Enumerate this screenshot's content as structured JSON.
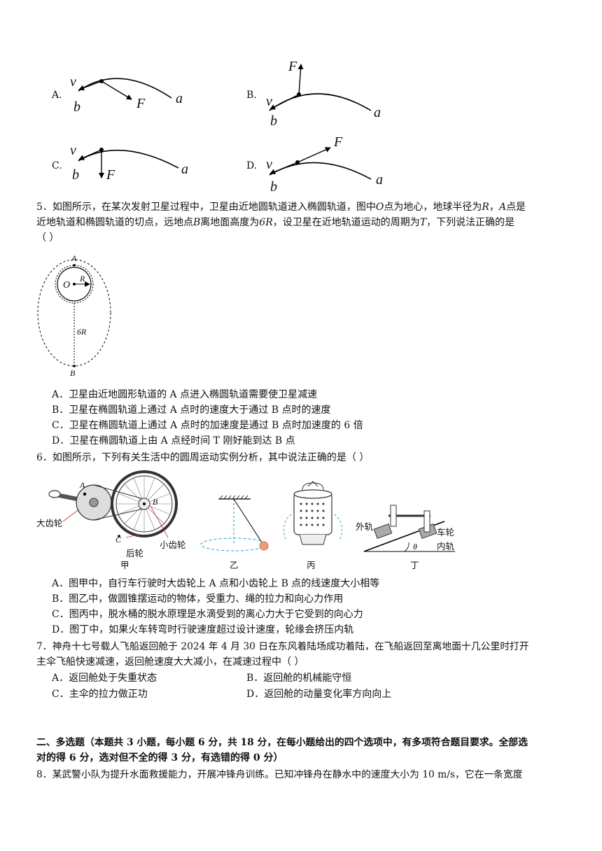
{
  "q4_options": {
    "A": {
      "label": "A.",
      "v": "v",
      "b": "b",
      "F": "F",
      "a": "a"
    },
    "B": {
      "label": "B.",
      "v": "v",
      "b": "b",
      "F": "F",
      "a": "a"
    },
    "C": {
      "label": "C.",
      "v": "v",
      "b": "b",
      "F": "F",
      "a": "a"
    },
    "D": {
      "label": "D.",
      "v": "v",
      "b": "b",
      "F": "F",
      "a": "a"
    }
  },
  "q5": {
    "line1_a": "5．如图所示，在某次发射卫星过程中，卫星由近地圆轨道进入椭圆轨道，图中",
    "line1_O": "O",
    "line1_b": "点为地心，地球半径为",
    "line1_R": "R",
    "line1_c": "，",
    "line1_A": "A",
    "line1_d": "点是",
    "line2_a": "近地轨道和椭圆轨道的切点，远地点",
    "line2_B": "B",
    "line2_b": "离地面高度为",
    "line2_6R": "6R",
    "line2_c": "，设卫星在近地轨道运动的周期为",
    "line2_T": "T",
    "line2_d": "，下列说法正确的是",
    "line3": "（  ）",
    "fig": {
      "A": "A",
      "O": "O",
      "R": "R",
      "six_r": "6R",
      "B": "B"
    },
    "optA": "A．卫星由近地圆形轨道的 A 点进入椭圆轨道需要使卫星减速",
    "optB": "B．卫星在椭圆轨道上通过 A 点时的速度大于通过 B 点时的速度",
    "optC": "C．卫星在椭圆轨道上通过 A 点时的加速度是通过 B 点时加速度的 6 倍",
    "optD": "D．卫星在椭圆轨道上由 A 点经时间 T 刚好能到达 B 点"
  },
  "q6": {
    "stem": "6．如图所示，下列有关生活中的圆周运动实例分析，其中说法正确的是（        ）",
    "fig": {
      "A": "A",
      "B": "B",
      "C": "C",
      "big_gear": "大齿轮",
      "rear_wheel": "后轮",
      "small_gear": "小齿轮",
      "jia": "甲",
      "yi": "乙",
      "bing": "丙",
      "outer_rail": "外轨",
      "wheel": "车轮",
      "inner_rail": "内轨",
      "theta": "θ",
      "ding": "丁"
    },
    "optA": "A．图甲中，自行车行驶时大齿轮上 A 点和小齿轮上 B 点的线速度大小相等",
    "optB": "B．图乙中，做圆锥摆运动的物体，受重力、绳的拉力和向心力作用",
    "optC": "C．图丙中，脱水桶的脱水原理是水滴受到的离心力大于它受到的向心力",
    "optD": "D．图丁中，如果火车转弯时行驶速度超过设计速度，轮缘会挤压内轨"
  },
  "q7": {
    "line1": "7．神舟十七号载人飞船返回舱于 2024 年 4 月 30 日在东风着陆场成功着陆，在飞船返回至离地面十几公里时打开",
    "line2": "主伞飞船快速减速，返回舱速度大大减小，在减速过程中（        ）",
    "optA": "A．返回舱处于失重状态",
    "optB": "B．返回舱的机械能守恒",
    "optC": "C．主伞的拉力做正功",
    "optD": "D．返回舱的动量变化率方向向上"
  },
  "section2": {
    "line1": "二、多选题（本题共 3 小题，每小题 6 分，共 18 分，在每小题给出的四个选项中，有多项符合题目要求。全部选",
    "line2": "对的得 6 分，选对但不全的得 3 分，有选错的得 0 分）"
  },
  "q8": {
    "line1": "8．某武警小队为提升水面救援能力，开展冲锋舟训练。已知冲锋舟在静水中的速度大小为 10 m/s，它在一条宽度"
  }
}
